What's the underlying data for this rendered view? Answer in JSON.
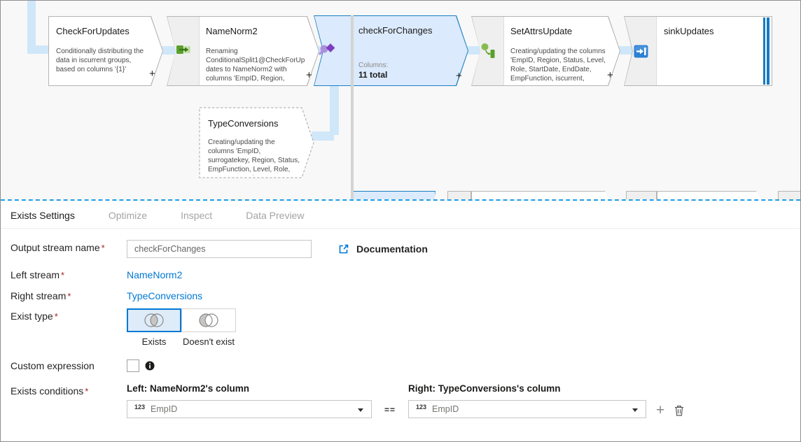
{
  "colors": {
    "accent": "#0078d4",
    "link": "#0078d4",
    "selected_node_border": "#1b7ec2",
    "selected_node_fill": "#dbeafc",
    "connector": "#cfe7f9",
    "node_border": "#b7b5b3",
    "icon_band": "#efefef",
    "required_red": "#a4262c",
    "splitter_dashed": "#1e9ce9",
    "green_icon": "#5aa02c",
    "purple_icon": "#7d3fc0",
    "sink_blue": "#2b7fd4"
  },
  "canvas": {
    "plus": "+",
    "nodes": {
      "check_for_updates": {
        "title": "CheckForUpdates",
        "desc": "Conditionally distributing the data in iscurrent groups, based on columns '{1}'"
      },
      "name_norm2": {
        "title": "NameNorm2",
        "desc": "Renaming ConditionalSplit1@CheckForUpdates to NameNorm2 with columns 'EmpID, Region,"
      },
      "check_for_changes": {
        "title": "checkForChanges",
        "columns_label": "Columns:",
        "columns_value": "11 total"
      },
      "set_attrs_update": {
        "title": "SetAttrsUpdate",
        "desc": "Creating/updating the columns 'EmpID, Region, Status, Level, Role, StartDate, EndDate, EmpFunction, iscurrent,"
      },
      "sink_updates": {
        "title": "sinkUpdates"
      },
      "type_conversions": {
        "title": "TypeConversions",
        "desc": "Creating/updating the columns 'EmpID, surrogatekey, Region, Status, EmpFunction, Level, Role, StartDate, EndDate,"
      }
    }
  },
  "panel": {
    "tabs": [
      {
        "label": "Exists Settings"
      },
      {
        "label": "Optimize"
      },
      {
        "label": "Inspect"
      },
      {
        "label": "Data Preview"
      }
    ],
    "fields": {
      "output_stream": {
        "label": "Output stream name",
        "required": "*",
        "value": "checkForChanges"
      },
      "documentation": {
        "label": "Documentation"
      },
      "left_stream": {
        "label": "Left stream",
        "required": "*",
        "value": "NameNorm2"
      },
      "right_stream": {
        "label": "Right stream",
        "required": "*",
        "value": "TypeConversions"
      },
      "exist_type": {
        "label": "Exist type",
        "required": "*",
        "options": [
          {
            "label": "Exists"
          },
          {
            "label": "Doesn't exist"
          }
        ]
      },
      "custom_expression": {
        "label": "Custom expression"
      },
      "exists_conditions": {
        "label": "Exists conditions",
        "required": "*",
        "left_header": "Left: NameNorm2's column",
        "right_header": "Right: TypeConversions's column",
        "left_value": "EmpID",
        "right_value": "EmpID",
        "type_badge": "123",
        "operator": "=="
      }
    }
  }
}
